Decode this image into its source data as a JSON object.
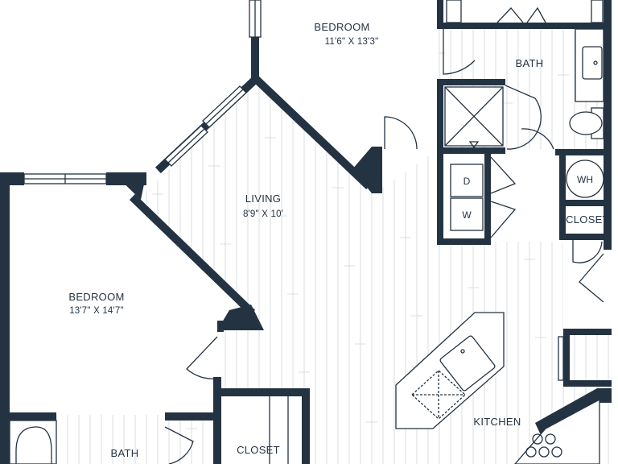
{
  "rooms": {
    "bedroom_top": {
      "name": "BEDROOM",
      "dims": "11'6\" X 13'3\""
    },
    "living": {
      "name": "LIVING",
      "dims": "8'9\" X 10'"
    },
    "bedroom_left": {
      "name": "BEDROOM",
      "dims": "13'7\" X 14'7\""
    },
    "bath_top": {
      "name": "BATH"
    },
    "bath_bottom": {
      "name": "BATH"
    },
    "kitchen": {
      "name": "KITCHEN"
    },
    "closet_right": {
      "name": "CLOSET"
    },
    "closet_bottom": {
      "name": "CLOSET"
    }
  },
  "appliances": {
    "dryer": "D",
    "washer": "W",
    "water_heater": "WH"
  },
  "colors": {
    "wall": "#243342",
    "floor_line": "#cfd5da",
    "background": "#ffffff"
  }
}
